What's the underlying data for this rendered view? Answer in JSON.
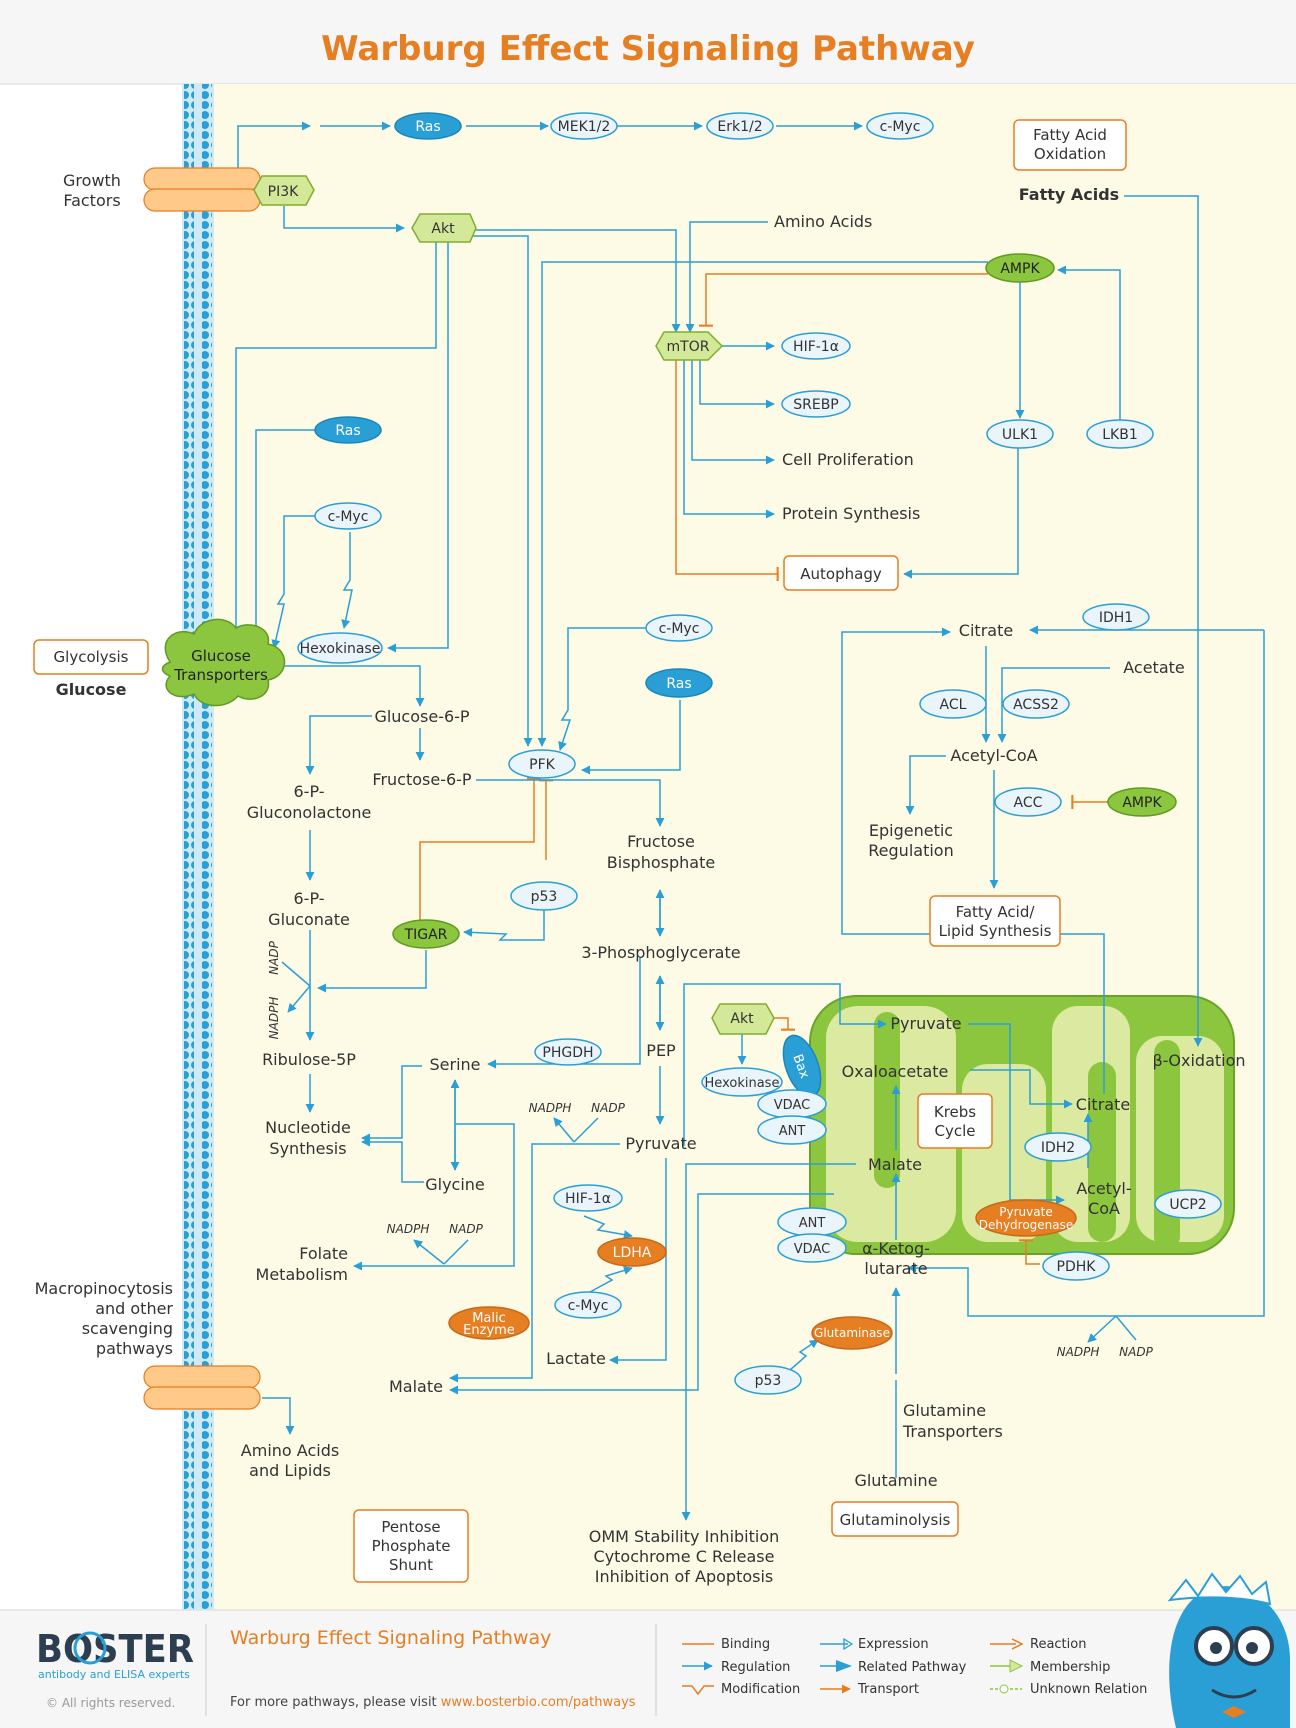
{
  "header": {
    "title": "Warburg Effect Signaling Pathway"
  },
  "labels": {
    "growth_factors": [
      "Growth",
      "Factors"
    ],
    "glucose": "Glucose",
    "macro": [
      "Macropinocytosis",
      "and other",
      "scavenging",
      "pathways"
    ],
    "amino_lipids": [
      "Amino Acids",
      "and Lipids"
    ],
    "amino_acids": "Amino Acids",
    "fatty_acids": "Fatty Acids",
    "cell_prolif": "Cell Proliferation",
    "protein_synth": "Protein Synthesis",
    "glucose6p": "Glucose-6-P",
    "fructose6p": "Fructose-6-P",
    "gluconolactone": [
      "6-P-",
      "Gluconolactone"
    ],
    "gluconate": [
      "6-P-",
      "Gluconate"
    ],
    "ribulose": "Ribulose-5P",
    "nucleotide": [
      "Nucleotide",
      "Synthesis"
    ],
    "folate": [
      "Folate",
      "Metabolism"
    ],
    "fbp": [
      "Fructose",
      "Bisphosphate"
    ],
    "pg3": "3-Phosphoglycerate",
    "pep": "PEP",
    "pyruvate": "Pyruvate",
    "serine": "Serine",
    "glycine": "Glycine",
    "lactate": "Lactate",
    "malate": "Malate",
    "citrate": "Citrate",
    "acetate": "Acetate",
    "acetyl_coa": "Acetyl-CoA",
    "epigenetic": [
      "Epigenetic",
      "Regulation"
    ],
    "mito_pyruvate": "Pyruvate",
    "oxaloacetate": "Oxaloacetate",
    "mito_citrate": "Citrate",
    "mito_malate": "Malate",
    "mito_acetylcoa": [
      "Acetyl-",
      "CoA"
    ],
    "akg": [
      "α-Ketog-",
      "lutarate"
    ],
    "beta_ox": "β-Oxidation",
    "glutamine_transporters": [
      "Glutamine",
      "Transporters"
    ],
    "glutamine": "Glutamine",
    "omm": [
      "OMM Stability Inhibition",
      "Cytochrome C Release",
      "Inhibition of Apoptosis"
    ],
    "nadp": "NADP",
    "nadph": "NADPH"
  },
  "proteins": {
    "ras": "Ras",
    "mek": "MEK1/2",
    "erk": "Erk1/2",
    "cmyc": "c-Myc",
    "pi3k": "PI3K",
    "akt": "Akt",
    "ampk": "AMPK",
    "mtor": "mTOR",
    "hif": "HIF-1α",
    "srebp": "SREBP",
    "ulk1": "ULK1",
    "lkb1": "LKB1",
    "hexokinase": "Hexokinase",
    "glut": [
      "Glucose",
      "Transporters"
    ],
    "pfk": "PFK",
    "p53": "p53",
    "tigar": "TIGAR",
    "phgdh": "PHGDH",
    "ldha": "LDHA",
    "malic": [
      "Malic",
      "Enzyme"
    ],
    "bax": "Bax",
    "vdac": "VDAC",
    "ant": "ANT",
    "idh1": "IDH1",
    "idh2": "IDH2",
    "acl": "ACL",
    "acss2": "ACSS2",
    "acc": "ACC",
    "ucp2": "UCP2",
    "pdh": [
      "Pyruvate",
      "Dehydrogenase"
    ],
    "pdhk": "PDHK",
    "glutaminase": "Glutaminase"
  },
  "boxes": {
    "fao": [
      "Fatty Acid",
      "Oxidation"
    ],
    "autophagy": "Autophagy",
    "glycolysis": "Glycolysis",
    "krebs": [
      "Krebs",
      "Cycle"
    ],
    "fals": [
      "Fatty Acid/",
      "Lipid Synthesis"
    ],
    "pps": [
      "Pentose",
      "Phosphate",
      "Shunt"
    ],
    "glutaminolysis": "Glutaminolysis"
  },
  "footer": {
    "brand": "BOSTER",
    "tagline": "antibody and ELISA experts",
    "rights": "© All rights reserved.",
    "title": "Warburg Effect Signaling Pathway",
    "visit_prefix": "For more pathways, please visit ",
    "visit_link": "www.bosterbio.com/pathways",
    "legend": [
      "Binding",
      "Regulation",
      "Modification",
      "Expression",
      "Related Pathway",
      "Transport",
      "Reaction",
      "Membership",
      "Unknown Relation"
    ]
  },
  "colors": {
    "title": "#e67e22",
    "blue": "#2a9fd6",
    "orange": "#e67e22",
    "green": "#8cc63f",
    "light_green": "#d4e89a",
    "background": "#fdfbe6"
  }
}
